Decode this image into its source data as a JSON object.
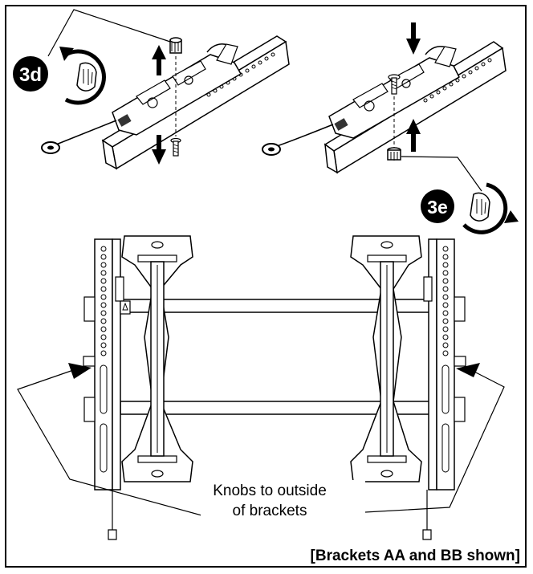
{
  "steps": {
    "step_3d": "3d",
    "step_3e": "3e"
  },
  "labels": {
    "knobs_line1": "Knobs to outside",
    "knobs_line2": "of brackets",
    "caption": "[Brackets AA and BB shown]"
  },
  "colors": {
    "ink": "#000000",
    "paper": "#ffffff",
    "badge": "#000000"
  },
  "icons": {
    "rotate_ccw": "hand-rotate-counterclockwise-icon",
    "rotate_cw": "hand-rotate-clockwise-icon"
  }
}
